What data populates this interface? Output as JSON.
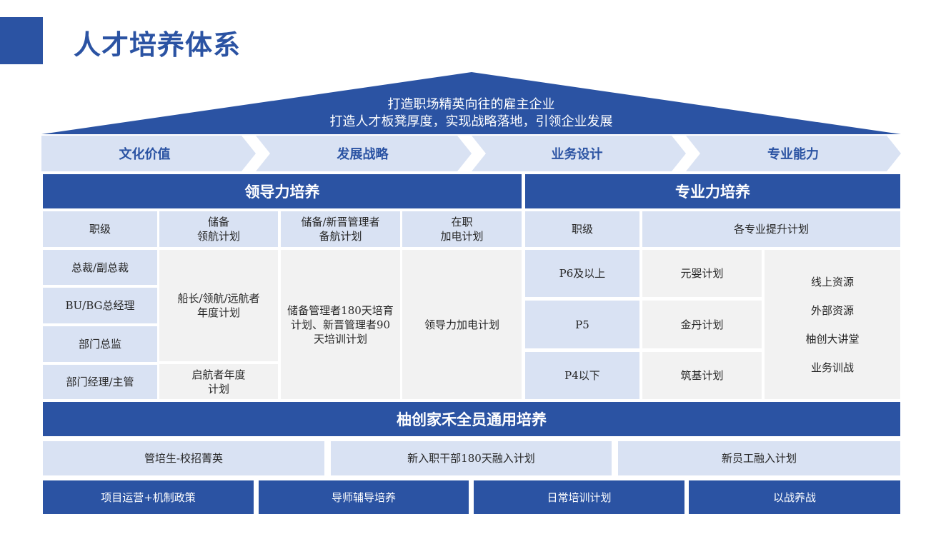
{
  "page": {
    "title": "人才培养体系"
  },
  "roof": {
    "line1": "打造职场精英向往的雇主企业",
    "line2": "打造人才板凳厚度，实现战略落地，引领企业发展"
  },
  "pillars": [
    "文化价值",
    "发展战略",
    "业务设计",
    "专业能力"
  ],
  "leadership": {
    "title": "领导力培养",
    "headers": [
      "职级",
      "储备\n领航计划",
      "储备/新晋管理者\n备航计划",
      "在职\n加电计划"
    ],
    "levels": [
      "总裁/副总裁",
      "BU/BG总经理",
      "部门总监",
      "部门经理/主管"
    ],
    "lingHang": [
      "船长/领航/远航者\n年度计划",
      "启航者年度\n计划"
    ],
    "beiHang": "储备管理者180天培育计划、新晋管理者90天培训计划",
    "jiaDian": "领导力加电计划"
  },
  "professional": {
    "title": "专业力培养",
    "headers": [
      "职级",
      "各专业提升计划"
    ],
    "levels": [
      "P6及以上",
      "P5",
      "P4以下"
    ],
    "plans": [
      "元婴计划",
      "金丹计划",
      "筑基计划"
    ],
    "resources": [
      "线上资源",
      "外部资源",
      "柚创大讲堂",
      "业务训战"
    ]
  },
  "general": {
    "title": "柚创家禾全员通用培养",
    "programs": [
      "管培生-校招菁英",
      "新入职干部180天融入计划",
      "新员工融入计划"
    ],
    "supports": [
      "项目运营+机制政策",
      "导师辅导培养",
      "日常培训计划",
      "以战养战"
    ]
  },
  "colors": {
    "primary": "#2b53a3",
    "light": "#d9e2f3",
    "grey": "#f2f2f2"
  }
}
